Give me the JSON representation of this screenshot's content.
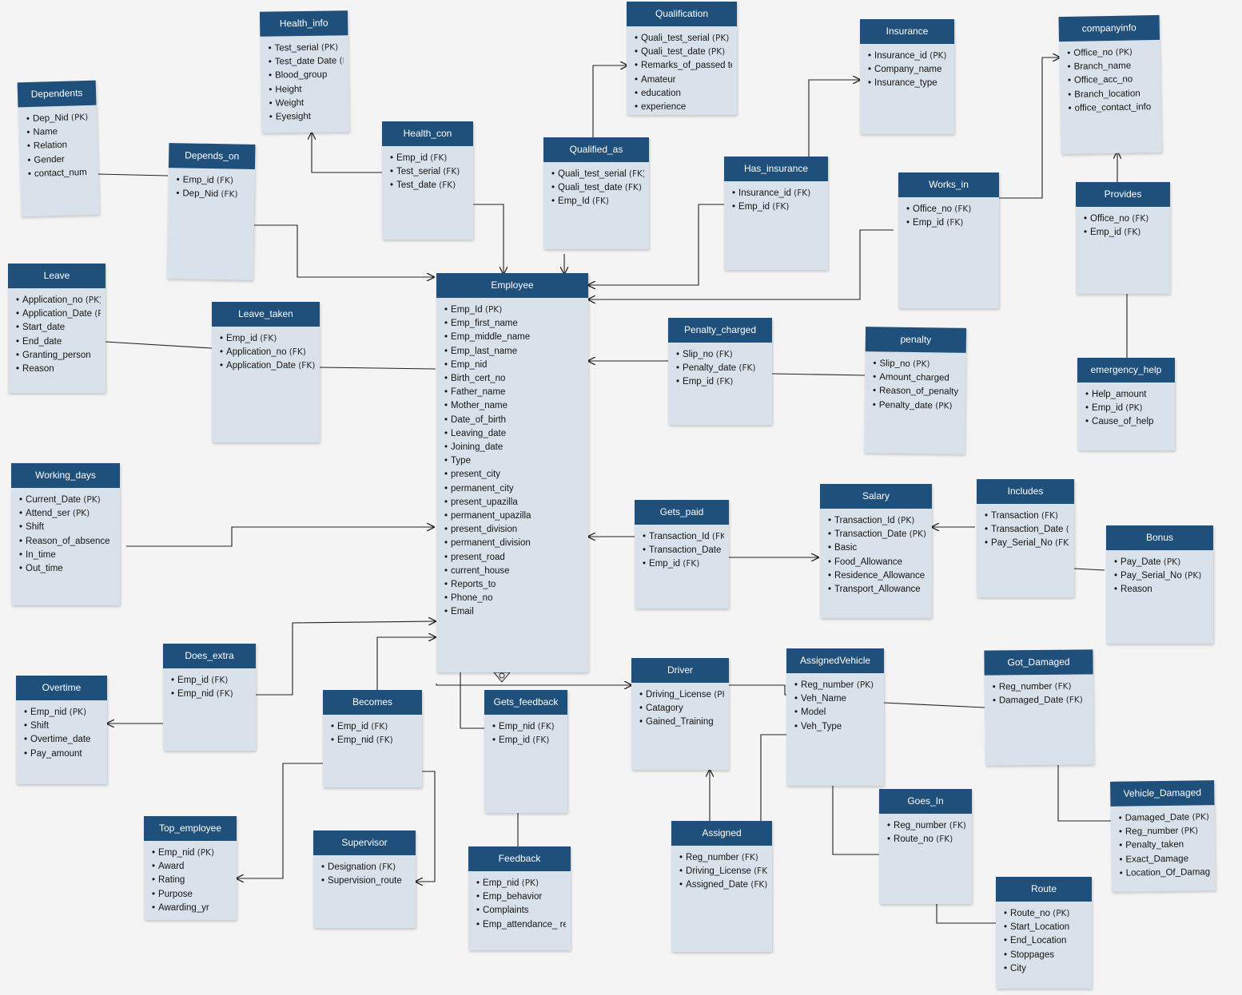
{
  "entities": [
    {
      "id": "Dependents",
      "title": "Dependents",
      "attrs": [
        {
          "name": "Dep_Nid",
          "key": "(PK)"
        },
        {
          "name": "Name",
          "key": ""
        },
        {
          "name": "Relation",
          "key": ""
        },
        {
          "name": "Gender",
          "key": ""
        },
        {
          "name": "contact_num",
          "key": ""
        }
      ]
    },
    {
      "id": "Health_info",
      "title": "Health_info",
      "attrs": [
        {
          "name": "Test_serial",
          "key": "(PK)"
        },
        {
          "name": "Test_date Date",
          "key": "(PK)"
        },
        {
          "name": "Blood_group",
          "key": ""
        },
        {
          "name": "Height",
          "key": ""
        },
        {
          "name": "Weight",
          "key": ""
        },
        {
          "name": "Eyesight",
          "key": ""
        }
      ]
    },
    {
      "id": "Depends_on",
      "title": "Depends_on",
      "attrs": [
        {
          "name": "Emp_id",
          "key": "(FK)"
        },
        {
          "name": "Dep_Nid",
          "key": "(FK)"
        }
      ]
    },
    {
      "id": "Health_con",
      "title": "Health_con",
      "attrs": [
        {
          "name": "Emp_id",
          "key": "(FK)"
        },
        {
          "name": "Test_serial",
          "key": "(FK)"
        },
        {
          "name": "Test_date",
          "key": "(FK)"
        }
      ]
    },
    {
      "id": "Qualification",
      "title": "Qualification",
      "attrs": [
        {
          "name": "Quali_test_serial",
          "key": "(PK)"
        },
        {
          "name": "Quali_test_date",
          "key": "(PK)"
        },
        {
          "name": "Remarks_of_passed test",
          "key": ""
        },
        {
          "name": "Amateur",
          "key": ""
        },
        {
          "name": "education",
          "key": ""
        },
        {
          "name": "experience",
          "key": ""
        }
      ]
    },
    {
      "id": "Qualified_as",
      "title": "Qualified_as",
      "attrs": [
        {
          "name": "Quali_test_serial",
          "key": "(FK)"
        },
        {
          "name": "Quali_test_date",
          "key": "(FK)"
        },
        {
          "name": "Emp_Id",
          "key": "(FK)"
        }
      ]
    },
    {
      "id": "Insurance",
      "title": "Insurance",
      "attrs": [
        {
          "name": "Insurance_id",
          "key": "(PK)"
        },
        {
          "name": "Company_name",
          "key": ""
        },
        {
          "name": "Insurance_type",
          "key": ""
        }
      ]
    },
    {
      "id": "companyinfo",
      "title": "companyinfo",
      "attrs": [
        {
          "name": "Office_no",
          "key": "(PK)"
        },
        {
          "name": "Branch_name",
          "key": ""
        },
        {
          "name": "Office_acc_no",
          "key": ""
        },
        {
          "name": "Branch_location",
          "key": ""
        },
        {
          "name": "office_contact_info",
          "key": ""
        }
      ]
    },
    {
      "id": "Has_insurance",
      "title": "Has_insurance",
      "attrs": [
        {
          "name": "Insurance_id",
          "key": "(FK)"
        },
        {
          "name": "Emp_id",
          "key": "(FK)"
        }
      ]
    },
    {
      "id": "Works_in",
      "title": "Works_in",
      "attrs": [
        {
          "name": "Office_no",
          "key": "(FK)"
        },
        {
          "name": "Emp_id",
          "key": "(FK)"
        }
      ]
    },
    {
      "id": "Provides",
      "title": "Provides",
      "attrs": [
        {
          "name": "Office_no",
          "key": "(FK)"
        },
        {
          "name": "Emp_id",
          "key": "(FK)"
        }
      ]
    },
    {
      "id": "Leave",
      "title": "Leave",
      "attrs": [
        {
          "name": "Application_no",
          "key": "(PK)"
        },
        {
          "name": "Application_Date",
          "key": "(PK)"
        },
        {
          "name": "Start_date",
          "key": ""
        },
        {
          "name": "End_date",
          "key": ""
        },
        {
          "name": "Granting_person",
          "key": ""
        },
        {
          "name": "Reason",
          "key": ""
        }
      ]
    },
    {
      "id": "Leave_taken",
      "title": "Leave_taken",
      "attrs": [
        {
          "name": "Emp_id",
          "key": "(FK)"
        },
        {
          "name": "Application_no",
          "key": "(FK)"
        },
        {
          "name": "Application_Date",
          "key": "(FK)"
        }
      ]
    },
    {
      "id": "Employee",
      "title": "Employee",
      "attrs": [
        {
          "name": "Emp_Id",
          "key": "(PK)"
        },
        {
          "name": "Emp_first_name",
          "key": ""
        },
        {
          "name": "Emp_middle_name",
          "key": ""
        },
        {
          "name": "Emp_last_name",
          "key": ""
        },
        {
          "name": "Emp_nid",
          "key": ""
        },
        {
          "name": "Birth_cert_no",
          "key": ""
        },
        {
          "name": "Father_name",
          "key": ""
        },
        {
          "name": "Mother_name",
          "key": ""
        },
        {
          "name": "Date_of_birth",
          "key": ""
        },
        {
          "name": "Leaving_date",
          "key": ""
        },
        {
          "name": "Joining_date",
          "key": ""
        },
        {
          "name": "Type",
          "key": ""
        },
        {
          "name": "present_city",
          "key": ""
        },
        {
          "name": "permanent_city",
          "key": ""
        },
        {
          "name": "present_upazilla",
          "key": ""
        },
        {
          "name": "permanent_upazilla",
          "key": ""
        },
        {
          "name": "present_division",
          "key": ""
        },
        {
          "name": "permanent_division",
          "key": ""
        },
        {
          "name": "present_road",
          "key": ""
        },
        {
          "name": "current_house",
          "key": ""
        },
        {
          "name": "Reports_to",
          "key": ""
        },
        {
          "name": "Phone_no",
          "key": ""
        },
        {
          "name": "Email",
          "key": ""
        }
      ]
    },
    {
      "id": "Penalty_charged",
      "title": "Penalty_charged",
      "attrs": [
        {
          "name": "Slip_no",
          "key": "(FK)"
        },
        {
          "name": "Penalty_date",
          "key": "(FK)"
        },
        {
          "name": "Emp_id",
          "key": "(FK)"
        }
      ]
    },
    {
      "id": "penalty",
      "title": "penalty",
      "attrs": [
        {
          "name": "Slip_no",
          "key": "(PK)"
        },
        {
          "name": "Amount_charged",
          "key": ""
        },
        {
          "name": "Reason_of_penalty",
          "key": ""
        },
        {
          "name": "Penalty_date",
          "key": "(PK)"
        }
      ]
    },
    {
      "id": "emergency_help",
      "title": "emergency_help",
      "attrs": [
        {
          "name": "Help_amount",
          "key": ""
        },
        {
          "name": "Emp_id",
          "key": "(PK)"
        },
        {
          "name": "Cause_of_help",
          "key": ""
        }
      ]
    },
    {
      "id": "Working_days",
      "title": "Working_days",
      "attrs": [
        {
          "name": "Current_Date",
          "key": "(PK)"
        },
        {
          "name": "Attend_ser",
          "key": "(PK)"
        },
        {
          "name": "Shift",
          "key": ""
        },
        {
          "name": "Reason_of_absence",
          "key": ""
        },
        {
          "name": "In_time",
          "key": ""
        },
        {
          "name": "Out_time",
          "key": ""
        }
      ]
    },
    {
      "id": "Gets_paid",
      "title": "Gets_paid",
      "attrs": [
        {
          "name": "Transaction_Id",
          "key": "(FK)"
        },
        {
          "name": "Transaction_Date",
          "key": "(FK)"
        },
        {
          "name": "Emp_id",
          "key": "(FK)"
        }
      ]
    },
    {
      "id": "Salary",
      "title": "Salary",
      "attrs": [
        {
          "name": "Transaction_Id",
          "key": "(PK)"
        },
        {
          "name": "Transaction_Date",
          "key": "(PK)"
        },
        {
          "name": "Basic",
          "key": ""
        },
        {
          "name": "Food_Allowance",
          "key": ""
        },
        {
          "name": "Residence_Allowance",
          "key": ""
        },
        {
          "name": "Transport_Allowance",
          "key": ""
        }
      ]
    },
    {
      "id": "Includes",
      "title": "Includes",
      "attrs": [
        {
          "name": "Transaction",
          "key": "(FK)"
        },
        {
          "name": "Transaction_Date",
          "key": "(FK)"
        },
        {
          "name": "Pay_Serial_No",
          "key": "(FK)"
        }
      ]
    },
    {
      "id": "Bonus",
      "title": "Bonus",
      "attrs": [
        {
          "name": "Pay_Date",
          "key": "(PK)"
        },
        {
          "name": "Pay_Serial_No",
          "key": "(PK)"
        },
        {
          "name": "Reason",
          "key": ""
        }
      ]
    },
    {
      "id": "Does_extra",
      "title": "Does_extra",
      "attrs": [
        {
          "name": "Emp_id",
          "key": "(FK)"
        },
        {
          "name": "Emp_nid",
          "key": "(FK)"
        }
      ]
    },
    {
      "id": "Overtime",
      "title": "Overtime",
      "attrs": [
        {
          "name": "Emp_nid",
          "key": "(PK)"
        },
        {
          "name": "Shift",
          "key": ""
        },
        {
          "name": "Overtime_date",
          "key": ""
        },
        {
          "name": "Pay_amount",
          "key": ""
        }
      ]
    },
    {
      "id": "Becomes",
      "title": "Becomes",
      "attrs": [
        {
          "name": "Emp_id",
          "key": "(FK)"
        },
        {
          "name": "Emp_nid",
          "key": "(FK)"
        }
      ]
    },
    {
      "id": "Gets_feedback",
      "title": "Gets_feedback",
      "attrs": [
        {
          "name": "Emp_nid",
          "key": "(FK)"
        },
        {
          "name": "Emp_id",
          "key": "(FK)"
        }
      ]
    },
    {
      "id": "Driver",
      "title": "Driver",
      "attrs": [
        {
          "name": "Driving_License",
          "key": "(PK)"
        },
        {
          "name": "Catagory",
          "key": ""
        },
        {
          "name": "Gained_Training",
          "key": ""
        }
      ]
    },
    {
      "id": "AssignedVehicle",
      "title": "AssignedVehicle",
      "attrs": [
        {
          "name": "Reg_number",
          "key": "(PK)"
        },
        {
          "name": "Veh_Name",
          "key": ""
        },
        {
          "name": "Model",
          "key": ""
        },
        {
          "name": "Veh_Type",
          "key": ""
        }
      ]
    },
    {
      "id": "Got_Damaged",
      "title": "Got_Damaged",
      "attrs": [
        {
          "name": "Reg_number",
          "key": "(FK)"
        },
        {
          "name": "Damaged_Date",
          "key": "(FK)"
        }
      ]
    },
    {
      "id": "Top_employee",
      "title": "Top_employee",
      "attrs": [
        {
          "name": "Emp_nid",
          "key": "(PK)"
        },
        {
          "name": "Award",
          "key": ""
        },
        {
          "name": "Rating",
          "key": ""
        },
        {
          "name": "Purpose",
          "key": ""
        },
        {
          "name": "Awarding_yr",
          "key": ""
        }
      ]
    },
    {
      "id": "Supervisor",
      "title": "Supervisor",
      "attrs": [
        {
          "name": "Designation",
          "key": "(FK)"
        },
        {
          "name": "Supervision_route",
          "key": ""
        }
      ]
    },
    {
      "id": "Feedback",
      "title": "Feedback",
      "attrs": [
        {
          "name": "Emp_nid",
          "key": "(PK)"
        },
        {
          "name": "Emp_behavior",
          "key": ""
        },
        {
          "name": "Complaints",
          "key": ""
        },
        {
          "name": "Emp_attendance_ regularity",
          "key": ""
        }
      ]
    },
    {
      "id": "Assigned",
      "title": "Assigned",
      "attrs": [
        {
          "name": "Reg_number",
          "key": "(FK)"
        },
        {
          "name": "Driving_License",
          "key": "(FK)"
        },
        {
          "name": "Assigned_Date",
          "key": "(FK)"
        }
      ]
    },
    {
      "id": "Goes_In",
      "title": "Goes_In",
      "attrs": [
        {
          "name": "Reg_number",
          "key": "(FK)"
        },
        {
          "name": "Route_no",
          "key": "(FK)"
        }
      ]
    },
    {
      "id": "Vehicle_Damaged",
      "title": "Vehicle_Damaged",
      "attrs": [
        {
          "name": "Damaged_Date",
          "key": "(PK)"
        },
        {
          "name": "Reg_number",
          "key": "(PK)"
        },
        {
          "name": "Penalty_taken",
          "key": ""
        },
        {
          "name": "Exact_Damage",
          "key": ""
        },
        {
          "name": "Location_Of_Damage",
          "key": ""
        }
      ]
    },
    {
      "id": "Route",
      "title": "Route",
      "attrs": [
        {
          "name": "Route_no",
          "key": "(PK)"
        },
        {
          "name": "Start_Location",
          "key": ""
        },
        {
          "name": "End_Location",
          "key": ""
        },
        {
          "name": "Stoppages",
          "key": ""
        },
        {
          "name": "City",
          "key": ""
        }
      ]
    }
  ],
  "colors": {
    "header": "#1f4f7b",
    "card": "#d9e2ea",
    "line": "#222222",
    "background": "#f4f4f4"
  }
}
